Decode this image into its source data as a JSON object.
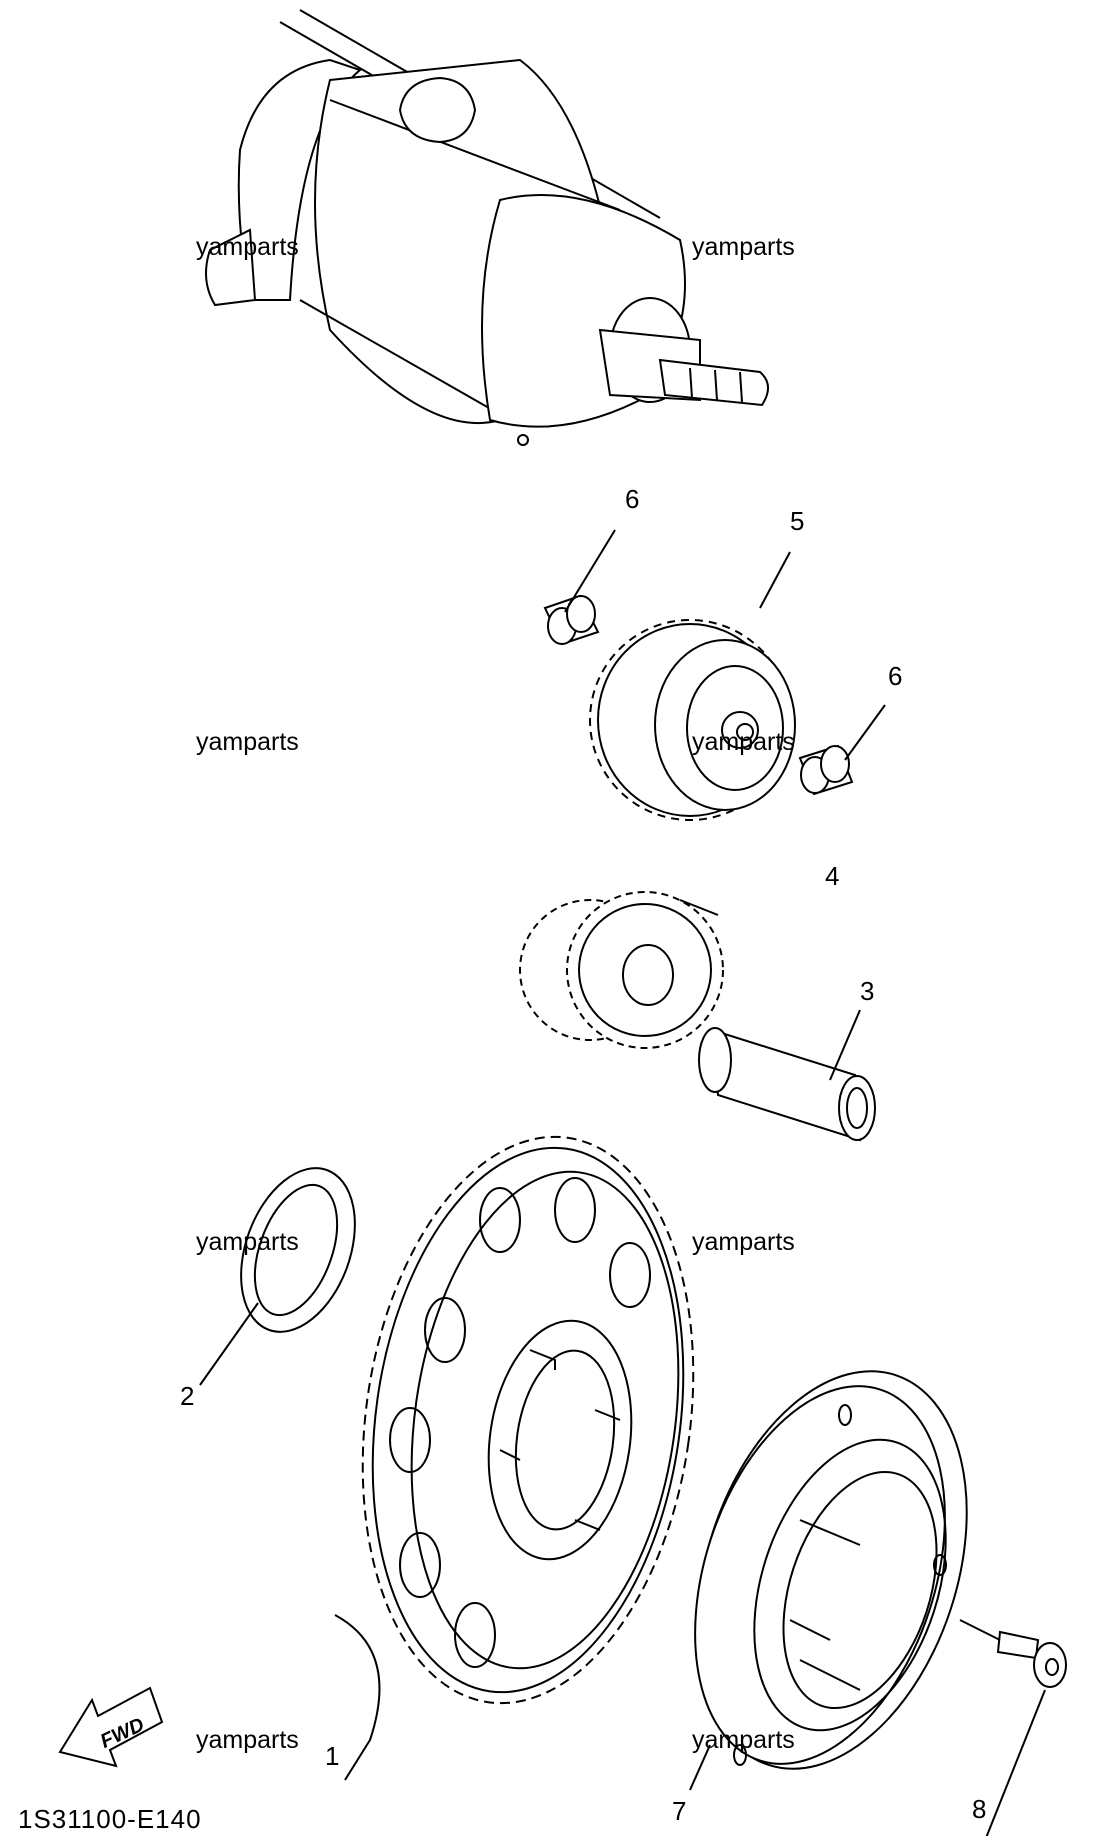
{
  "diagram": {
    "code": "1S31100-E140",
    "fwd_label": "FWD",
    "watermark": "yamparts",
    "callouts": [
      {
        "id": "1",
        "label": "1"
      },
      {
        "id": "2",
        "label": "2"
      },
      {
        "id": "3",
        "label": "3"
      },
      {
        "id": "4",
        "label": "4"
      },
      {
        "id": "5",
        "label": "5"
      },
      {
        "id": "6a",
        "label": "6"
      },
      {
        "id": "6b",
        "label": "6"
      },
      {
        "id": "7",
        "label": "7"
      },
      {
        "id": "8",
        "label": "8"
      }
    ],
    "parts": [
      {
        "name": "starter-motor"
      },
      {
        "name": "idle-gear-5"
      },
      {
        "name": "bush-6"
      },
      {
        "name": "idle-gear-4"
      },
      {
        "name": "shaft-3"
      },
      {
        "name": "washer-2"
      },
      {
        "name": "starter-wheel-gear-1"
      },
      {
        "name": "starter-clutch-7"
      },
      {
        "name": "bolt-8"
      }
    ]
  }
}
